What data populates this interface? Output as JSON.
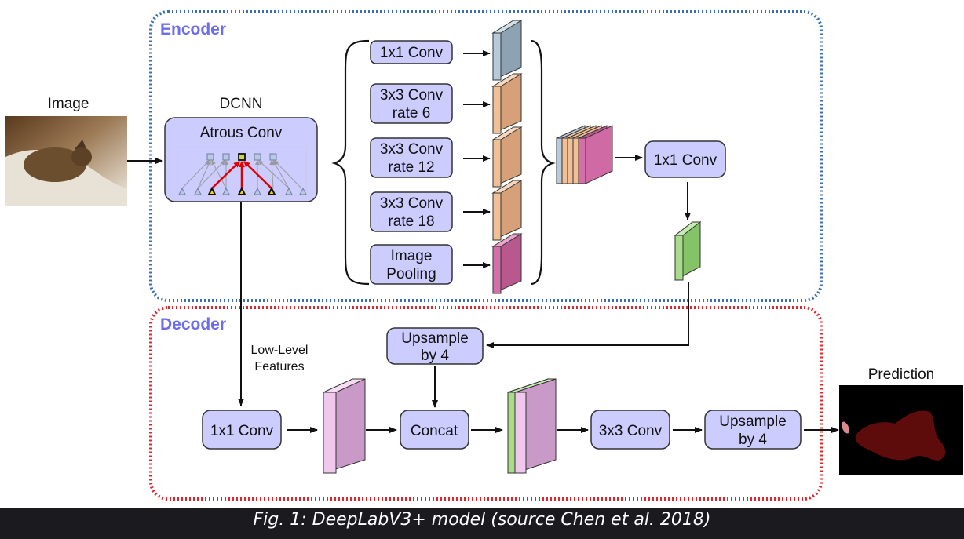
{
  "encoder": {
    "title": "Encoder"
  },
  "decoder": {
    "title": "Decoder"
  },
  "input": {
    "label": "Image"
  },
  "dcnn": {
    "label": "DCNN",
    "block": "Atrous Conv"
  },
  "branches": [
    {
      "line1": "1x1 Conv",
      "line2": ""
    },
    {
      "line1": "3x3 Conv",
      "line2": "rate 6"
    },
    {
      "line1": "3x3 Conv",
      "line2": "rate 12"
    },
    {
      "line1": "3x3 Conv",
      "line2": "rate 18"
    },
    {
      "line1": "Image",
      "line2": "Pooling"
    }
  ],
  "encoder_out": {
    "label": "1x1 Conv"
  },
  "decoder_blocks": {
    "upsample_top": {
      "line1": "Upsample",
      "line2": "by 4"
    },
    "lowlevel_conv": "1x1 Conv",
    "concat": "Concat",
    "conv3x3": "3x3 Conv",
    "upsample_final": {
      "line1": "Upsample",
      "line2": "by 4"
    }
  },
  "low_level_label": {
    "line1": "Low-Level",
    "line2": "Features"
  },
  "output": {
    "label": "Prediction"
  },
  "caption": "Fig. 1: DeepLabV3+ model (source Chen et al. 2018)",
  "colors": {
    "background": "#1b1b1f",
    "panel": "#ffffff",
    "block_fill": "#ccccff",
    "encoder_border": "#3a6fb5",
    "decoder_border": "#e0242a",
    "title_color": "#6c6cf0",
    "feat_blue": "#b6cad9",
    "feat_orange": "#f2c097",
    "feat_pink": "#d470a9",
    "feat_green": "#a9dc8a",
    "feat_lilac": "#d7a9d4"
  }
}
